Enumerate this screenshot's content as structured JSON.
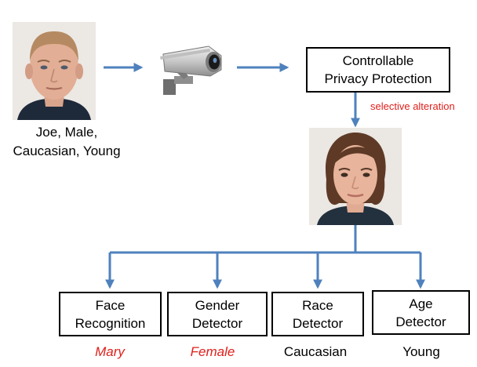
{
  "input": {
    "caption_line1": "Joe, Male,",
    "caption_line2": "Caucasian, Young"
  },
  "privacy_box": {
    "line1": "Controllable",
    "line2": "Privacy Protection"
  },
  "selective_label": "selective alteration",
  "detectors": [
    {
      "line1": "Face",
      "line2": "Recognition",
      "result": "Mary"
    },
    {
      "line1": "Gender",
      "line2": "Detector",
      "result": "Female"
    },
    {
      "line1": "Race",
      "line2": "Detector",
      "result": "Caucasian"
    },
    {
      "line1": "Age",
      "line2": "Detector",
      "result": "Young"
    }
  ],
  "colors": {
    "arrow": "#4f81bd",
    "highlight": "#e0201b"
  },
  "icons": [
    "male-face-photo",
    "security-camera-icon",
    "female-face-photo"
  ]
}
